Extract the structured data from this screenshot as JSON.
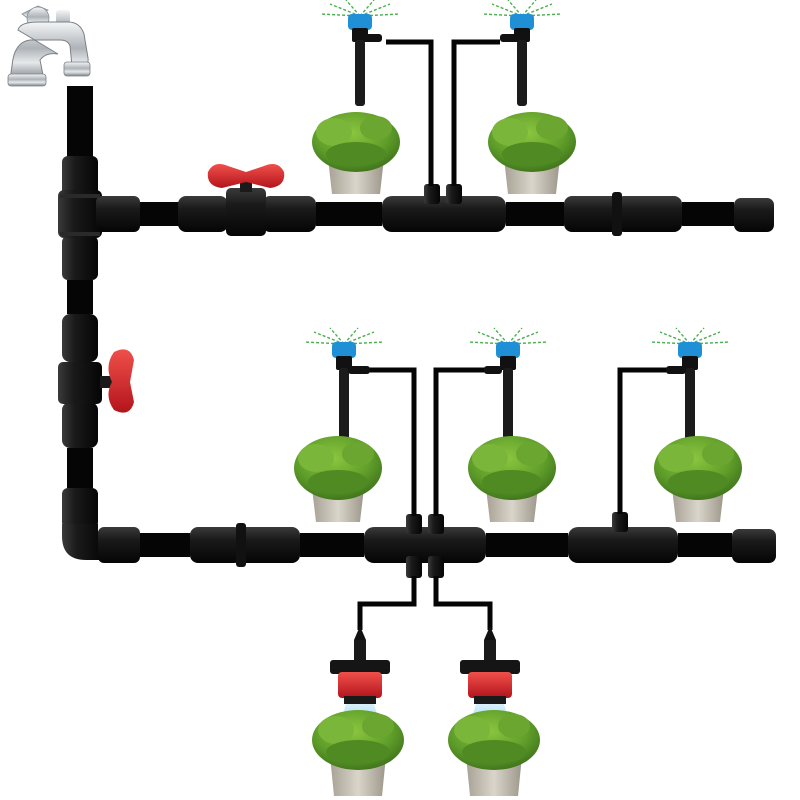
{
  "diagram": {
    "colors": {
      "tube": "#050505",
      "fitting": "#161616",
      "valve_handle": "#e5231b",
      "sprinkler_head": "#1f8fd6",
      "spray": "#4caf50",
      "dripper_red": "#d3202a",
      "mist": "#9fd8f2",
      "foliage": "#5f9e2a",
      "pot": "#c9c3b6",
      "faucet": "#b8bcc0"
    },
    "components": [
      {
        "kind": "faucet",
        "icon": "faucet-icon"
      },
      {
        "kind": "tee-connector",
        "icon": "tee-fitting-icon"
      },
      {
        "kind": "ball-valve",
        "icon": "valve-handle-icon",
        "count": 2
      },
      {
        "kind": "elbow-connector",
        "icon": "elbow-fitting-icon"
      },
      {
        "kind": "straight-coupler",
        "icon": "coupler-icon"
      },
      {
        "kind": "end-cap",
        "icon": "end-cap-icon",
        "count": 2
      },
      {
        "kind": "micro-sprinkler",
        "icon": "sprinkler-icon",
        "count": 5
      },
      {
        "kind": "adjustable-dripper",
        "icon": "dripper-icon",
        "count": 2
      },
      {
        "kind": "potted-plant",
        "icon": "plant-icon",
        "count": 7
      }
    ]
  }
}
